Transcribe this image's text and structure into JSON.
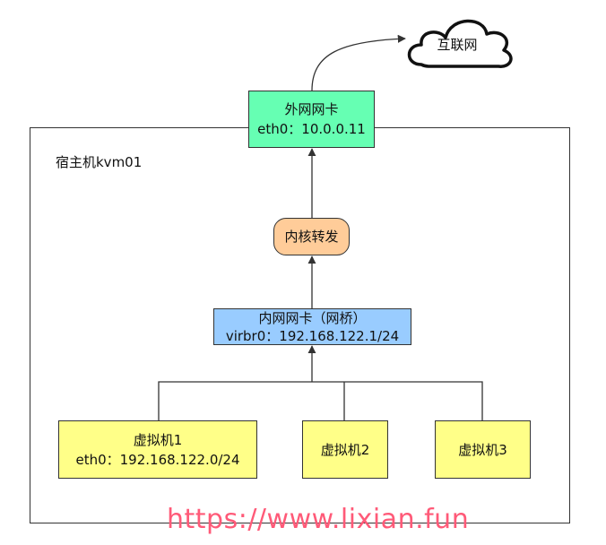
{
  "host": {
    "label": "宿主机kvm01"
  },
  "internet": {
    "label": "互联网"
  },
  "external_nic": {
    "title": "外网网卡",
    "detail": "eth0：10.0.0.11"
  },
  "kernel": {
    "label": "内核转发"
  },
  "bridge": {
    "title": "内网网卡（网桥）",
    "detail": "virbr0：192.168.122.1/24"
  },
  "vms": [
    {
      "title": "虚拟机1",
      "detail": "eth0：192.168.122.0/24"
    },
    {
      "title": "虚拟机2"
    },
    {
      "title": "虚拟机3"
    }
  ],
  "watermark": {
    "text": "https://www.lixian.fun",
    "color": "#ff5a78"
  },
  "colors": {
    "external_nic": "#66ffb3",
    "kernel": "#ffcc99",
    "bridge": "#99ccff",
    "vm": "#ffff88",
    "stroke": "#333333"
  }
}
